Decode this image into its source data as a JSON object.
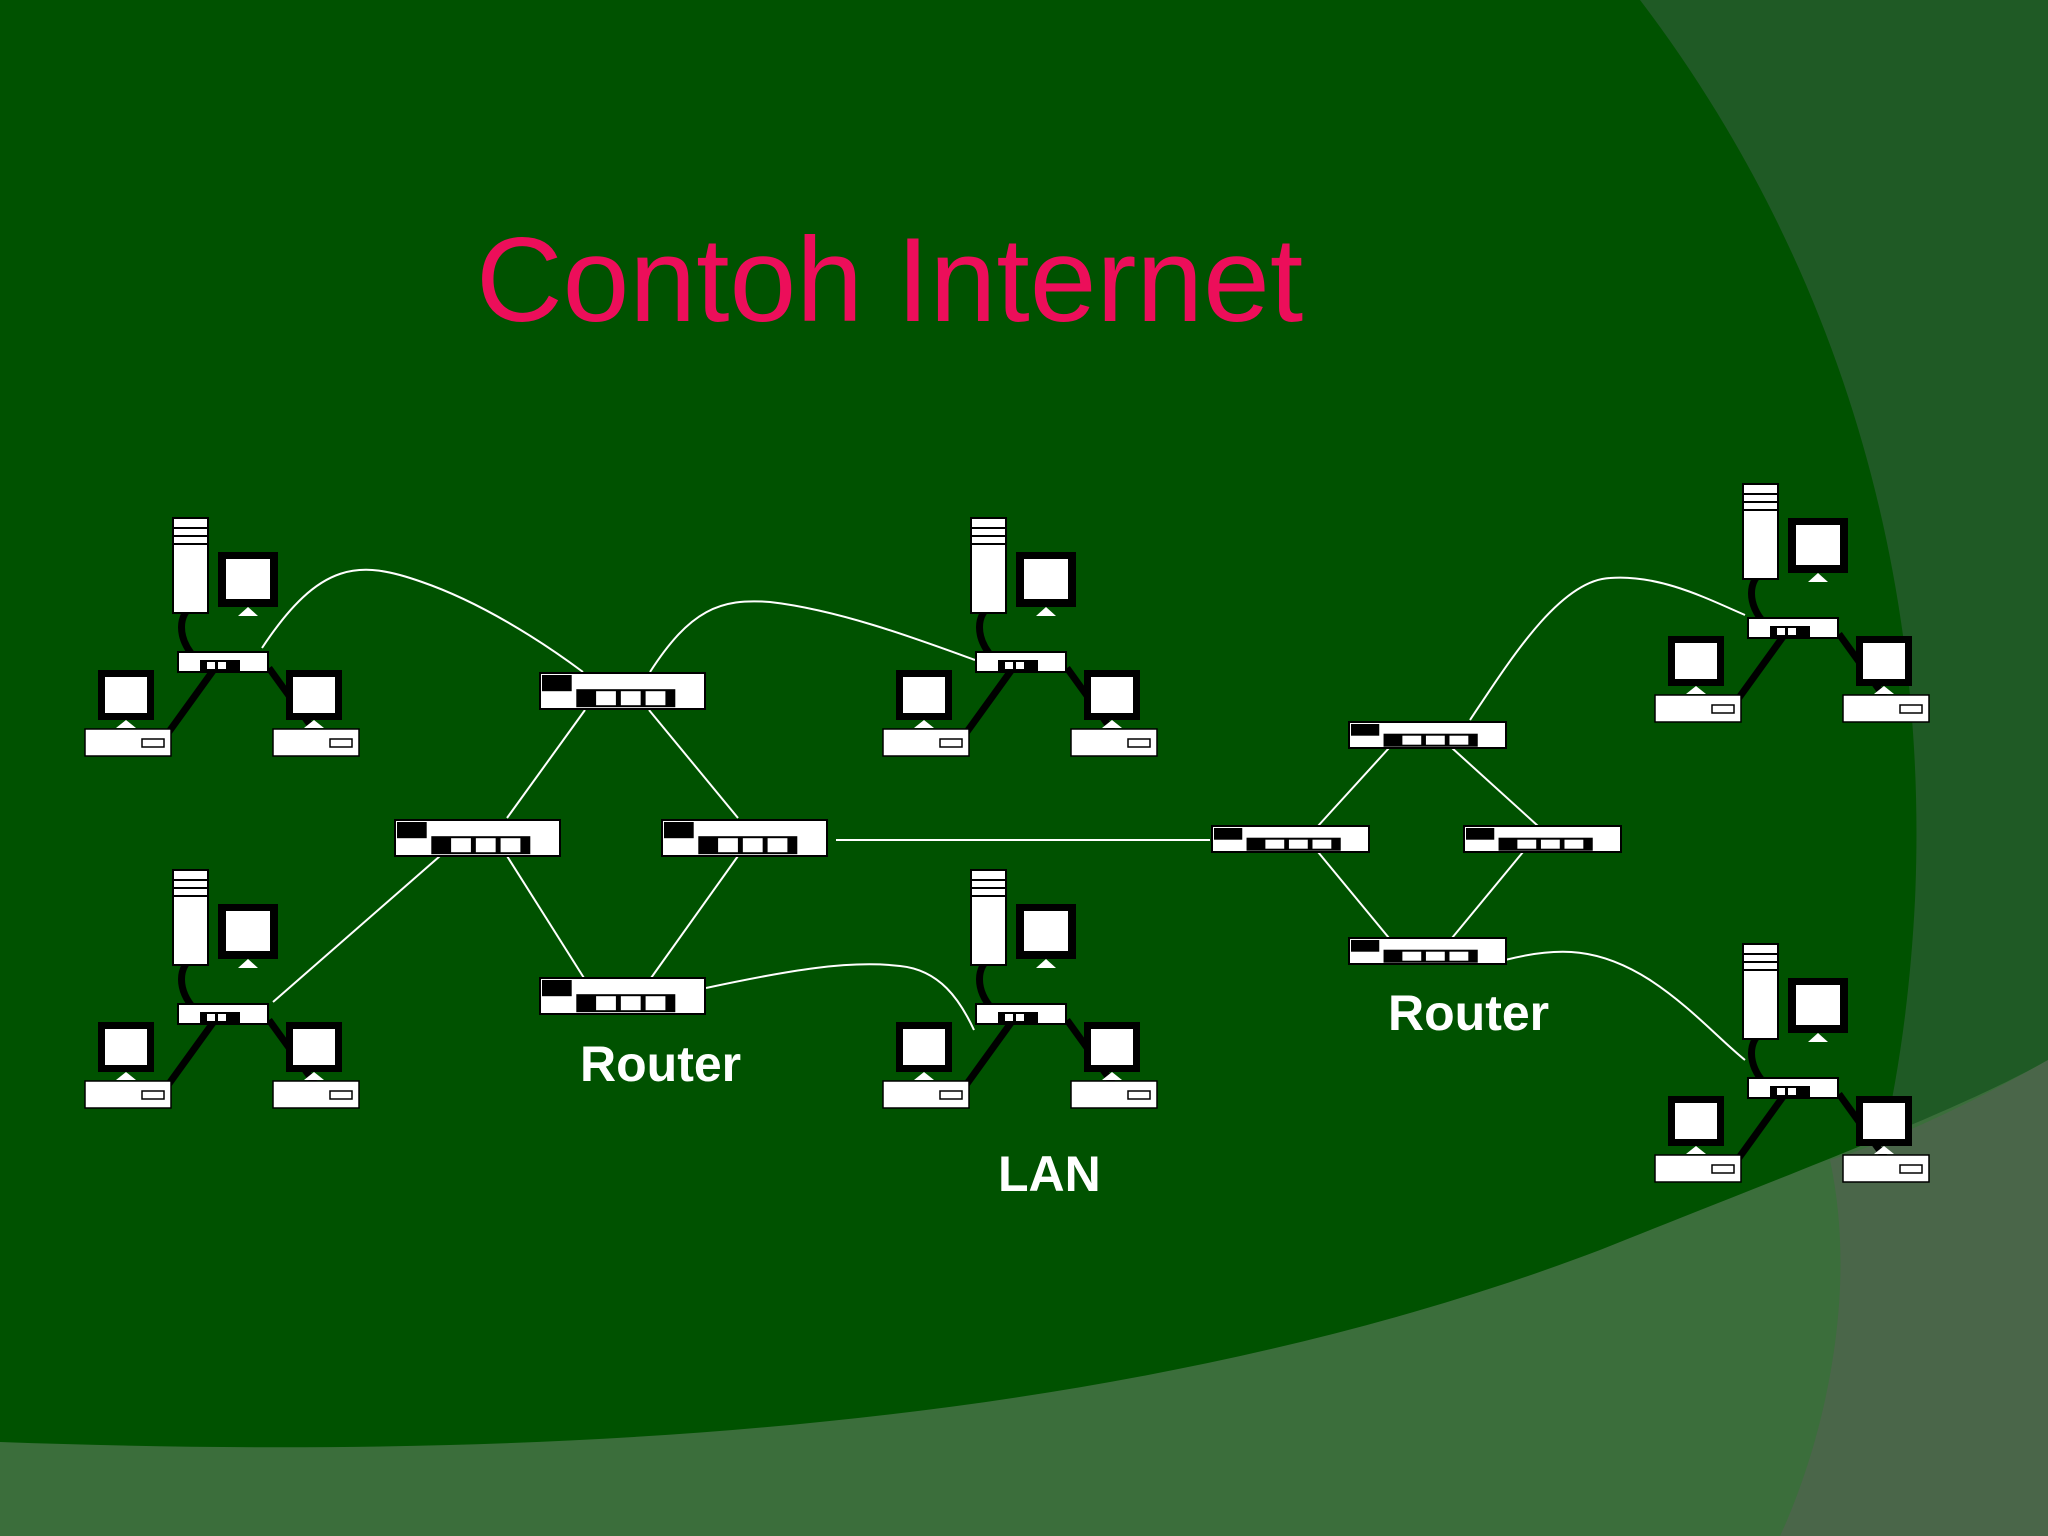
{
  "slide": {
    "title": "Contoh Internet",
    "title_color": "#ec0e5a",
    "background_color": "#005200",
    "label_color": "#ffffff"
  },
  "labels": {
    "router_left": "Router",
    "router_right": "Router",
    "lan": "LAN"
  },
  "diagram": {
    "icons": [
      "desktop-computer-icon",
      "network-hub-icon",
      "router-icon"
    ],
    "lans": [
      {
        "id": "lan-top-left"
      },
      {
        "id": "lan-bottom-left"
      },
      {
        "id": "lan-top-center"
      },
      {
        "id": "lan-bottom-center"
      },
      {
        "id": "lan-top-right"
      },
      {
        "id": "lan-bottom-right"
      }
    ],
    "routers": [
      {
        "id": "router-a"
      },
      {
        "id": "router-b"
      },
      {
        "id": "router-c"
      },
      {
        "id": "router-d"
      },
      {
        "id": "router-e"
      },
      {
        "id": "router-f"
      },
      {
        "id": "router-g"
      },
      {
        "id": "router-h"
      }
    ],
    "links": [
      [
        "lan-top-left",
        "router-a"
      ],
      [
        "lan-bottom-left",
        "router-b"
      ],
      [
        "router-a",
        "router-b"
      ],
      [
        "router-a",
        "router-c"
      ],
      [
        "router-b",
        "router-d"
      ],
      [
        "router-c",
        "router-d"
      ],
      [
        "router-a",
        "lan-top-center"
      ],
      [
        "router-d",
        "lan-bottom-center"
      ],
      [
        "router-c",
        "router-e"
      ],
      [
        "router-e",
        "router-f"
      ],
      [
        "router-e",
        "router-h"
      ],
      [
        "router-f",
        "router-g"
      ],
      [
        "router-h",
        "router-g"
      ],
      [
        "router-f",
        "lan-top-right"
      ],
      [
        "router-h",
        "lan-bottom-right"
      ]
    ]
  }
}
